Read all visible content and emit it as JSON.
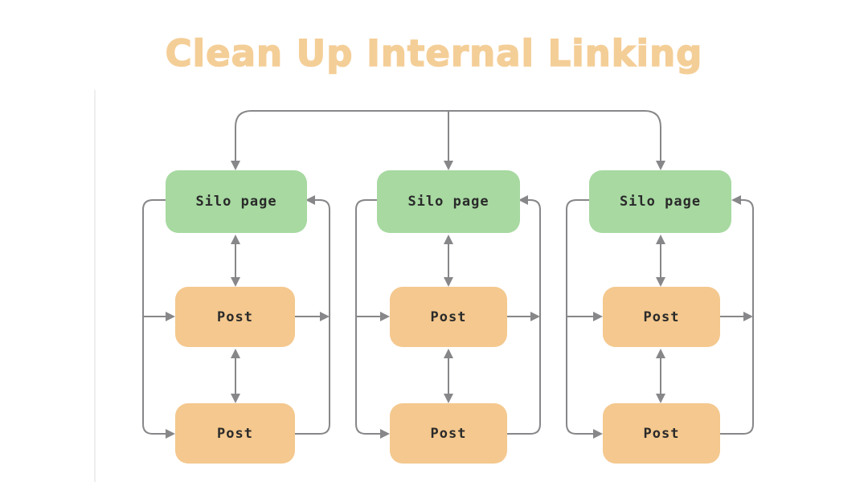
{
  "title": "Clean Up Internal Linking",
  "colors": {
    "background": "#FFFFFF",
    "title_text": "#F4CE97",
    "silo_fill": "#A7D9A1",
    "post_fill": "#F4C88E",
    "connector": "#87878A",
    "node_text": "#2A2A2A",
    "canvas_edge": "#E9E9E9"
  },
  "diagram": {
    "columns": [
      {
        "silo_label": "Silo page",
        "post_labels": [
          "Post",
          "Post"
        ]
      },
      {
        "silo_label": "Silo page",
        "post_labels": [
          "Post",
          "Post"
        ]
      },
      {
        "silo_label": "Silo page",
        "post_labels": [
          "Post",
          "Post"
        ]
      }
    ]
  }
}
